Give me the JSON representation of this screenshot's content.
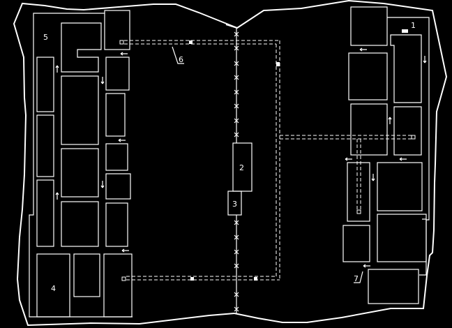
{
  "diagram": {
    "type": "site-plan",
    "colors": {
      "background": "#000000",
      "lines": "#ffffff"
    },
    "labels": {
      "l1": "1",
      "l2": "2",
      "l3": "3",
      "l4": "4",
      "l5": "5",
      "l6": "6",
      "l7": "7"
    }
  }
}
